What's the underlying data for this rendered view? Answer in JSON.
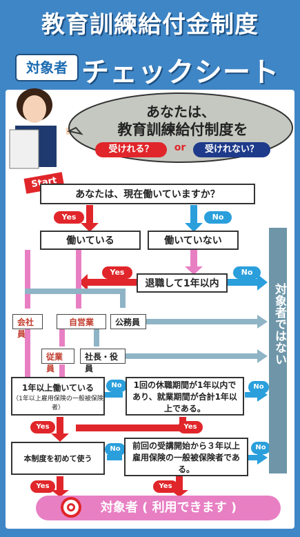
{
  "header": {
    "title_line1": "教育訓練給付金制度",
    "badge": "対象者",
    "title_line2": "チェックシート"
  },
  "bubble": {
    "line1": "あなたは、",
    "line2": "教育訓練給付制度を",
    "can": "受けれる？",
    "or": "or",
    "cannot": "受けれない？"
  },
  "start": "Start",
  "flow": {
    "q1": "あなたは、現在働いていますか？",
    "yes": "Yes",
    "no": "No",
    "working": "働いている",
    "not_working": "働いていない",
    "retired": "退職して1年以内",
    "company_employee": "会社員",
    "self_employed": "自営業",
    "civil_servant": "公務員",
    "employee": "従業員",
    "executive": "社長・役員",
    "over_1year_main": "1年以上働いている",
    "over_1year_sub": "（1年以上雇用保険の一般被保険者）",
    "leave_period": "1回の休職期間が1年以内であり、就業期間が合計1年以上である。",
    "first_use": "本制度を初めて使う",
    "previous": "前回の受講開始から３年以上雇用保険の一般被保険者である。",
    "not_target": "対象者ではない",
    "result": "対象者 ( 利用できます )"
  }
}
